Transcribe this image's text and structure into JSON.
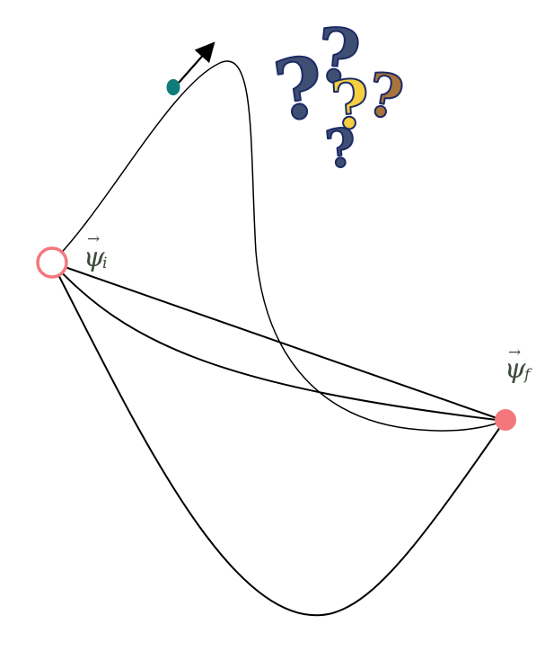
{
  "labels": {
    "initial": {
      "symbol": "ψ",
      "arrow": "→",
      "subscript": "i"
    },
    "final": {
      "symbol": "ψ",
      "arrow": "→",
      "subscript": "f"
    }
  },
  "colors": {
    "endpoint": "#f4777c",
    "walker": "#0f7c7a",
    "path": "#000000",
    "question_navy": "#3f4f72",
    "question_yellow": "#f5cf3d",
    "question_brown": "#a8743d",
    "question_outline": "#1c2a66"
  },
  "icons": {
    "start_marker": "hollow-circle",
    "end_marker": "filled-circle",
    "walker": "filled-dot",
    "direction": "arrow",
    "confusion": "question-marks"
  },
  "question_marks": [
    {
      "glyph": "?",
      "color": "navy"
    },
    {
      "glyph": "?",
      "color": "navy"
    },
    {
      "glyph": "?",
      "color": "brown"
    },
    {
      "glyph": "?",
      "color": "yellow"
    },
    {
      "glyph": "?",
      "color": "navy"
    }
  ]
}
